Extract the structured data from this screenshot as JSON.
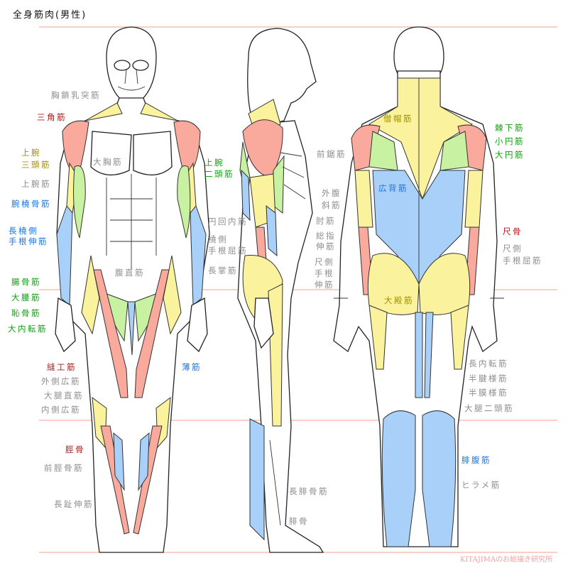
{
  "title": "全身筋肉(男性)",
  "watermark": "KITAJIMAのお絵描き研究所",
  "colors": {
    "red_label": "#b01818",
    "olive_label": "#a09000",
    "green_label": "#10a010",
    "blue_label": "#1c74e8",
    "gray_label": "#8e8e8e",
    "pink_fill": "#f9aa9c",
    "yellow_fill": "#fbf29e",
    "green_fill": "#c8f2a2",
    "blue_fill": "#a9d0f8",
    "guide_line": "#f4a08c"
  },
  "front": {
    "sternocleidomastoid": "胸鎖乳突筋",
    "deltoid": "三角筋",
    "triceps_1": "上腕",
    "triceps_2": "三頭筋",
    "brachialis": "上腕筋",
    "brachioradialis": "腕橈骨筋",
    "ecrl_1": "長橈側",
    "ecrl_2": "手根伸筋",
    "pectoralis": "大胸筋",
    "rectus_abdominis": "腹直筋",
    "iliacus": "腸骨筋",
    "psoas": "大腰筋",
    "pectineus": "恥骨筋",
    "adductor_magnus": "大内転筋",
    "sartorius": "縫工筋",
    "vastus_lateralis": "外側広筋",
    "rectus_femoris": "大腿直筋",
    "vastus_medialis": "内側広筋",
    "tibia": "脛骨",
    "tibialis_anterior": "前脛骨筋",
    "ext_digitorum_longus": "長趾伸筋",
    "biceps_1": "上腕",
    "biceps_2": "二頭筋",
    "pronator_teres": "円回内筋",
    "fcr_1": "橈側",
    "fcr_2": "手根屈筋",
    "palmaris_longus": "長掌筋",
    "gracilis": "薄筋"
  },
  "side": {
    "serratus": "前鋸筋",
    "oblique_1": "外腹",
    "oblique_2": "斜筋",
    "anconeus": "肘筋",
    "edc_1": "総指",
    "edc_2": "伸筋",
    "ecu_1": "尺側",
    "ecu_2": "手根",
    "ecu_3": "伸筋",
    "peroneus_longus": "長腓骨筋",
    "fibula": "腓骨"
  },
  "back": {
    "trapezius": "僧帽筋",
    "infraspinatus": "棘下筋",
    "teres_minor": "小円筋",
    "teres_major": "大円筋",
    "latissimus": "広背筋",
    "ulna": "尺骨",
    "fcu_1": "尺側",
    "fcu_2": "手根屈筋",
    "gluteus_maximus": "大殿筋",
    "adductor_longus": "長内転筋",
    "semitendinosus": "半腱様筋",
    "semimembranosus": "半膜様筋",
    "biceps_femoris": "大腿二頭筋",
    "gastrocnemius": "腓腹筋",
    "soleus": "ヒラメ筋"
  }
}
